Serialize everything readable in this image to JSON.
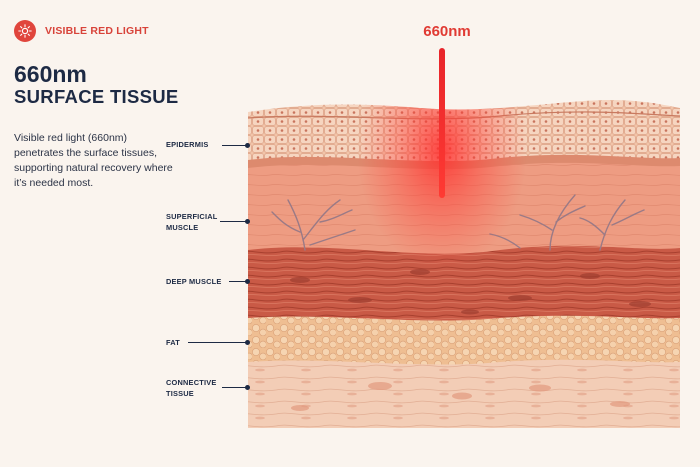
{
  "badge": {
    "text": "VISIBLE RED LIGHT",
    "icon": "sun-icon",
    "color": "#e0453c"
  },
  "title": {
    "line1": "660nm",
    "line2": "SURFACE TISSUE"
  },
  "description": "Visible red light (660nm) penetrates the surface tissues, supporting natural recovery where it’s needed most.",
  "wavelength_label": "660nm",
  "layers": [
    {
      "id": "epidermis",
      "lines": [
        "EPIDERMIS"
      ]
    },
    {
      "id": "superficial-muscle",
      "lines": [
        "SUPERFICIAL",
        "MUSCLE"
      ]
    },
    {
      "id": "deep-muscle",
      "lines": [
        "DEEP MUSCLE"
      ]
    },
    {
      "id": "fat",
      "lines": [
        "FAT"
      ]
    },
    {
      "id": "connective-tissue",
      "lines": [
        "CONNECTIVE",
        "TISSUE"
      ]
    }
  ],
  "colors": {
    "accent": "#e0453c",
    "title": "#1d2a44",
    "epidermis": "#f0c2a6",
    "superficial_muscle": "#ee9c82",
    "deep_muscle": "#c95a46",
    "fat": "#f2c79d",
    "connective": "#f3cdb6",
    "beam": "#e8242a"
  }
}
